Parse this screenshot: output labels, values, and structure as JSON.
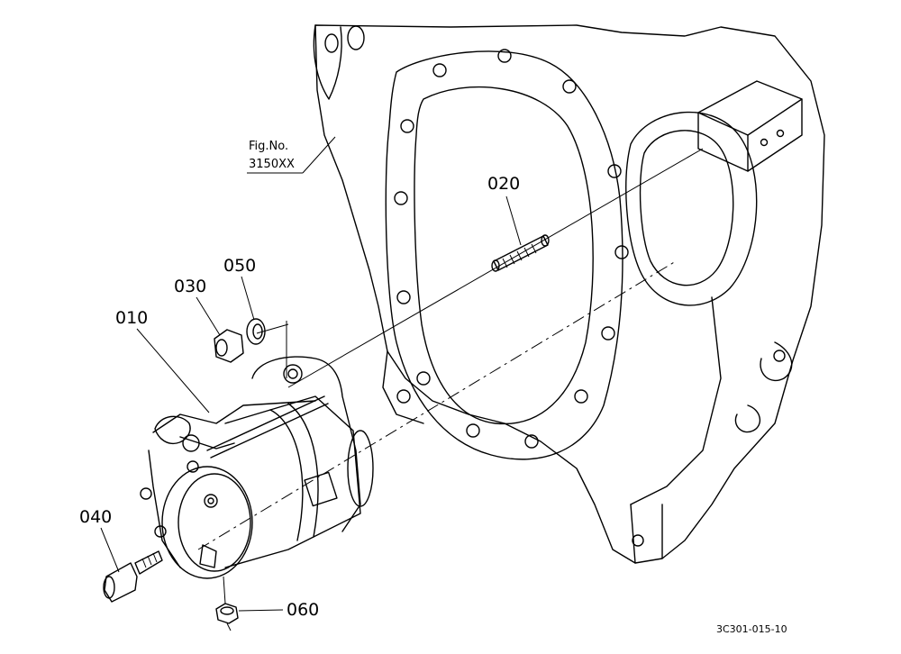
{
  "figure": {
    "ref_line1": "Fig.No.",
    "ref_line2": "3150XX",
    "drawing_code": "3C301-015-10"
  },
  "parts": [
    {
      "id": "010"
    },
    {
      "id": "020"
    },
    {
      "id": "030"
    },
    {
      "id": "040"
    },
    {
      "id": "050"
    },
    {
      "id": "060"
    }
  ]
}
